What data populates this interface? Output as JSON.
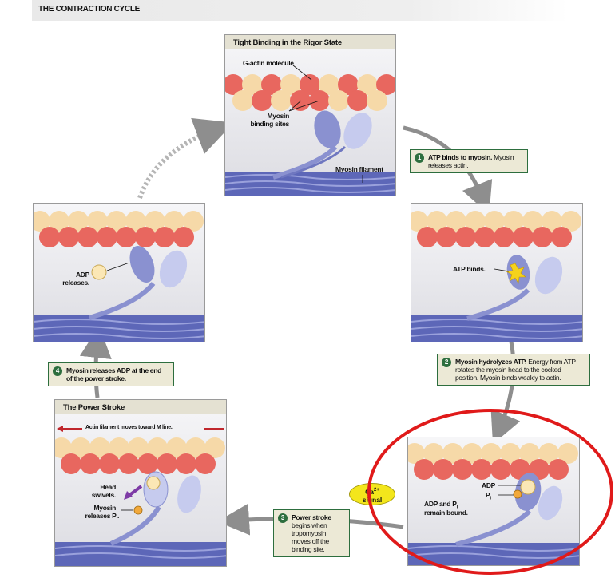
{
  "header": {
    "title": "THE CONTRACTION CYCLE"
  },
  "panels": {
    "rigor": {
      "title": "Tight Binding in the Rigor State",
      "gactin_label": "G-actin molecule",
      "binding_label_line1": "Myosin",
      "binding_label_line2": "binding sites",
      "filament_label": "Myosin filament"
    },
    "atp_binds": {
      "label": "ATP binds."
    },
    "adp_releases": {
      "label_line1": "ADP",
      "label_line2": "releases."
    },
    "bound": {
      "adp_label": "ADP",
      "pi_label": "P",
      "pi_sub": "i",
      "remain_line1": "ADP and P",
      "remain_sub": "i",
      "remain_line2": "remain bound."
    },
    "power_stroke": {
      "title": "The Power Stroke",
      "actin_moves": "Actin filament moves toward M line.",
      "head_line1": "Head",
      "head_line2": "swivels.",
      "myosin_line1": "Myosin",
      "myosin_line2": "releases P",
      "myosin_sub": "i",
      "myosin_end": "."
    }
  },
  "steps": [
    {
      "number": "1",
      "bold": "ATP binds to myosin.",
      "text": "Myosin releases actin."
    },
    {
      "number": "2",
      "bold": "Myosin hydrolyzes ATP.",
      "text": "Energy from ATP rotates the myosin head to the cocked position. Myosin binds weakly to actin."
    },
    {
      "number": "3",
      "bold": "Power stroke",
      "text": "begins when tropomyosin moves off the binding site."
    },
    {
      "number": "4",
      "bold": "",
      "text": "Myosin releases ADP at the end of the power stroke."
    }
  ],
  "calcium_signal": {
    "line1": "Ca",
    "sup": "2+",
    "line2": "signal"
  },
  "colors": {
    "actin_red": "#e8675f",
    "actin_cream": "#f6d9a8",
    "myosin_blue": "#8a91d0",
    "myosin_light": "#c6cbee",
    "step_green": "#2d6e3e",
    "step_bg": "#ece9d6",
    "highlight_red": "#e01a1a",
    "signal_yellow": "#f3e61c",
    "arrow_gray": "#8e8e8e",
    "power_arrow": "#c0272d"
  }
}
